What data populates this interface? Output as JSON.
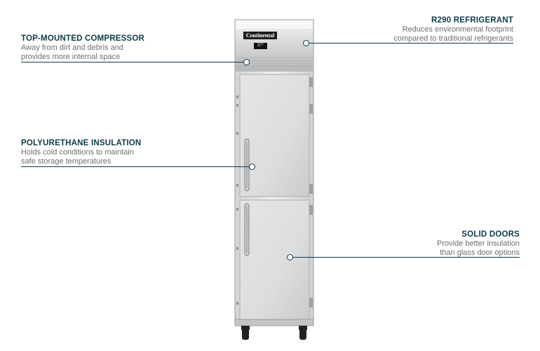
{
  "brand": {
    "logo_text": "Continental",
    "display_text": "37°"
  },
  "callouts": {
    "compressor": {
      "title": "TOP-MOUNTED COMPRESSOR",
      "line1": "Away from dirt and debris and",
      "line2": "provides more internal space"
    },
    "refrigerant": {
      "title": "R290 REFRIGERANT",
      "line1": "Reduces environmental footprint",
      "line2": "compared to traditional refrigerants"
    },
    "insulation": {
      "title": "POLYURETHANE INSULATION",
      "line1": "Holds cold conditions to maintain",
      "line2": "safe storage temperatures"
    },
    "doors": {
      "title": "SOLID DOORS",
      "line1": "Provide better insulation",
      "line2": "than glass door options"
    }
  },
  "colors": {
    "accent": "#0e3b4a",
    "steel_light": "#e6e7e8",
    "steel_dark": "#a4a6a8"
  }
}
